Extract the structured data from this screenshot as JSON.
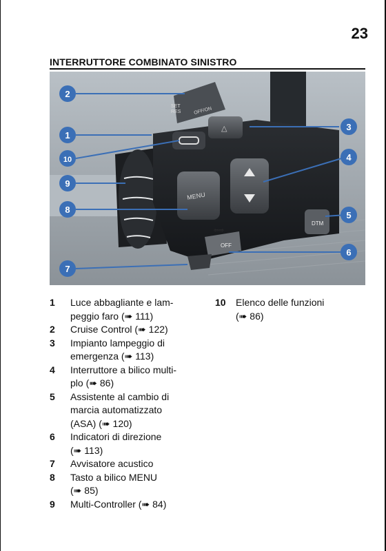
{
  "page_number": "23",
  "section_title": "INTERRUTTORE COMBINATO SINISTRO",
  "figure": {
    "callouts": [
      "1",
      "2",
      "3",
      "4",
      "5",
      "6",
      "7",
      "8",
      "9",
      "10"
    ],
    "switch_labels": {
      "set_res": [
        "SET",
        "RES"
      ],
      "off_on": "OFF/ON",
      "menu": "MENU",
      "off": "OFF",
      "dtm": "DTM"
    },
    "colors": {
      "callout_fill": "#3b6fb6",
      "callout_line": "#3b6fb6"
    }
  },
  "items_col1": [
    {
      "num": "1",
      "lines": [
        "Luce abbagliante e lam-",
        "peggio faro"
      ],
      "ref": "111"
    },
    {
      "num": "2",
      "lines": [
        "Cruise Control"
      ],
      "ref": "122"
    },
    {
      "num": "3",
      "lines": [
        "Impianto lampeggio di",
        "emergenza"
      ],
      "ref": "113"
    },
    {
      "num": "4",
      "lines": [
        "Interruttore a bilico multi-",
        "plo"
      ],
      "ref": "86"
    },
    {
      "num": "5",
      "lines": [
        "Assistente al cambio di",
        "marcia automatizzato",
        "(ASA)"
      ],
      "ref": "120"
    },
    {
      "num": "6",
      "lines": [
        "Indicatori di direzione",
        ""
      ],
      "ref": "113"
    },
    {
      "num": "7",
      "lines": [
        "Avvisatore acustico"
      ],
      "ref": ""
    },
    {
      "num": "8",
      "lines": [
        "Tasto a bilico MENU",
        ""
      ],
      "ref": "85"
    },
    {
      "num": "9",
      "lines": [
        "Multi-Controller"
      ],
      "ref": "84"
    }
  ],
  "items_col2": [
    {
      "num": "10",
      "lines": [
        "Elenco delle funzioni",
        ""
      ],
      "ref": "86"
    }
  ],
  "ref_arrow": "➠"
}
